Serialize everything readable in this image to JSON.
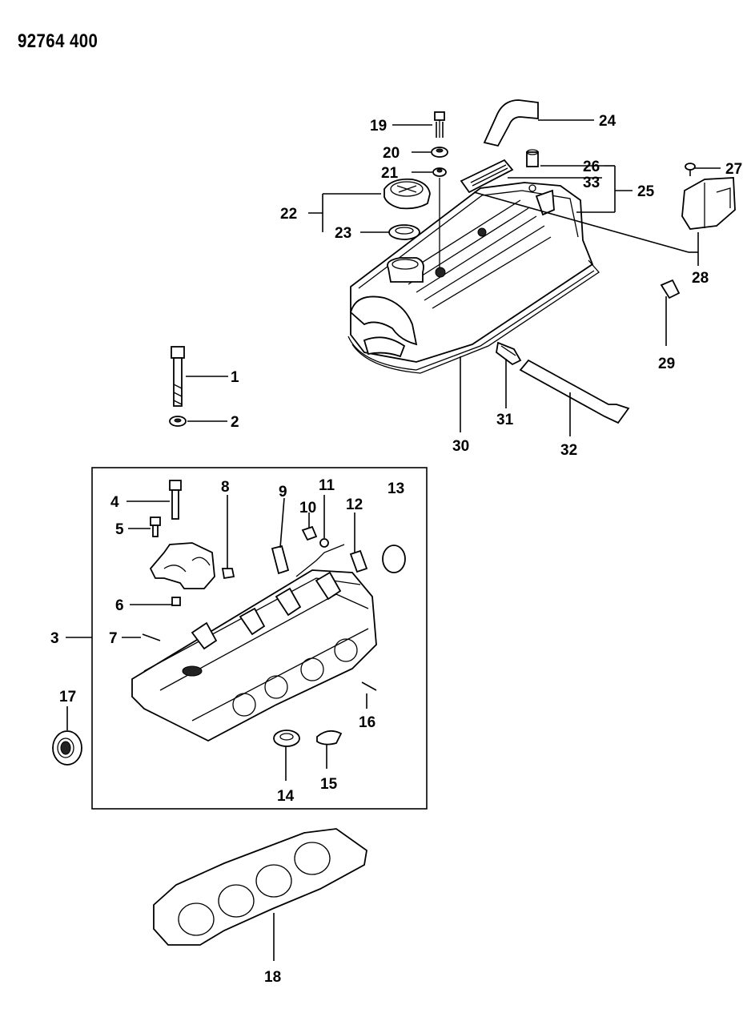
{
  "document": {
    "id": "92764 400"
  },
  "callouts": {
    "c1": "1",
    "c2": "2",
    "c3": "3",
    "c4": "4",
    "c5": "5",
    "c6": "6",
    "c7": "7",
    "c8": "8",
    "c9": "9",
    "c10": "10",
    "c11": "11",
    "c12": "12",
    "c13": "13",
    "c14": "14",
    "c15": "15",
    "c16": "16",
    "c17": "17",
    "c18": "18",
    "c19": "19",
    "c20": "20",
    "c21": "21",
    "c22": "22",
    "c23": "23",
    "c24": "24",
    "c25": "25",
    "c26": "26",
    "c27": "27",
    "c28": "28",
    "c29": "29",
    "c30": "30",
    "c31": "31",
    "c32": "32",
    "c33": "33"
  }
}
